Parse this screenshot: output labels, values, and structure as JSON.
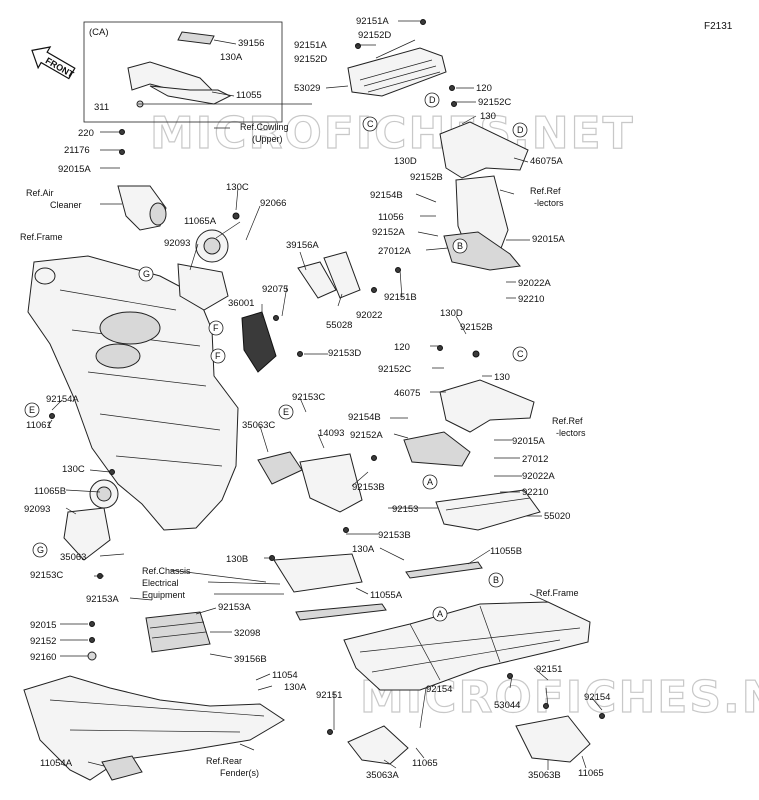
{
  "code": "F2131",
  "front": "FRONT",
  "watermark": "MICROFICHES.NET",
  "ca_box": "(CA)",
  "labels": {
    "l92151a_t": "92151A",
    "l92152d_t": "92152D",
    "l92151a_2": "92151A",
    "l92152d_2": "92152D",
    "l53029": "53029",
    "l120_t": "120",
    "l92152c_t": "92152C",
    "l130_t": "130",
    "l39156": "39156",
    "l130a_ca": "130A",
    "l11055": "11055",
    "l311": "311",
    "l220": "220",
    "l21176": "21176",
    "l92015a_l": "92015A",
    "refcowling1": "Ref.Cowling",
    "refcowling2": "(Upper)",
    "refair1": "Ref.Air",
    "refair2": "Cleaner",
    "l130c_t": "130C",
    "l11065a": "11065A",
    "l92066": "92066",
    "l130d_t": "130D",
    "l92152b_t": "92152B",
    "l46075a": "46075A",
    "refref1a": "Ref.Ref",
    "refref1b": "-lectors",
    "l92154b_t": "92154B",
    "l11056": "11056",
    "l92152a_t": "92152A",
    "l27012a": "27012A",
    "l92015a_r": "92015A",
    "reframe_l": "Ref.Frame",
    "l92093_t": "92093",
    "l39156a": "39156A",
    "l92075": "92075",
    "l36001": "36001",
    "l92022_m": "92022",
    "l92151b": "92151B",
    "l55028": "55028",
    "l92022a_t": "92022A",
    "l92210_t": "92210",
    "l92153d": "92153D",
    "l130d_m": "130D",
    "l92152b_m": "92152B",
    "l120_m": "120",
    "l92152c_m": "92152C",
    "l130_m": "130",
    "l46075": "46075",
    "refref2a": "Ref.Ref",
    "refref2b": "-lectors",
    "l92154b_m": "92154B",
    "l92152a_m": "92152A",
    "l92015a_m": "92015A",
    "l27012": "27012",
    "l92022a_m": "92022A",
    "l92210_m": "92210",
    "l92154a": "92154A",
    "l11061": "11061",
    "l92153c_t": "92153C",
    "l35063c": "35063C",
    "l14093": "14093",
    "l130c_b": "130C",
    "l11065b": "11065B",
    "l92093_b": "92093",
    "l92153b_1": "92153B",
    "l92153_r": "92153",
    "l55020": "55020",
    "l92153b_2": "92153B",
    "l130a_m": "130A",
    "l11055b": "11055B",
    "l35063": "35063",
    "l92153c_b": "92153C",
    "l130b": "130B",
    "refchassis1": "Ref.Chassis",
    "refchassis2": "Electrical",
    "refchassis3": "Equipment",
    "l11055a": "11055A",
    "reframe_r": "Ref.Frame",
    "l92153a_1": "92153A",
    "l92153a_2": "92153A",
    "l32098": "32098",
    "l92015_b": "92015",
    "l92152_b": "92152",
    "l92160": "92160",
    "l39156b": "39156B",
    "l11054": "11054",
    "l130a_b": "130A",
    "l92151_r": "92151",
    "l92154_r": "92154",
    "l53044": "53044",
    "l92154_rr": "92154",
    "l92151_b": "92151",
    "refrear1": "Ref.Rear",
    "refrear2": "Fender(s)",
    "l11054a": "11054A",
    "l35063a": "35063A",
    "l11065_b1": "11065",
    "l35063b": "35063B",
    "l11065_b2": "11065"
  },
  "callouts": {
    "A": "A",
    "B": "B",
    "C": "C",
    "D": "D",
    "E": "E",
    "F": "F",
    "G": "G"
  }
}
